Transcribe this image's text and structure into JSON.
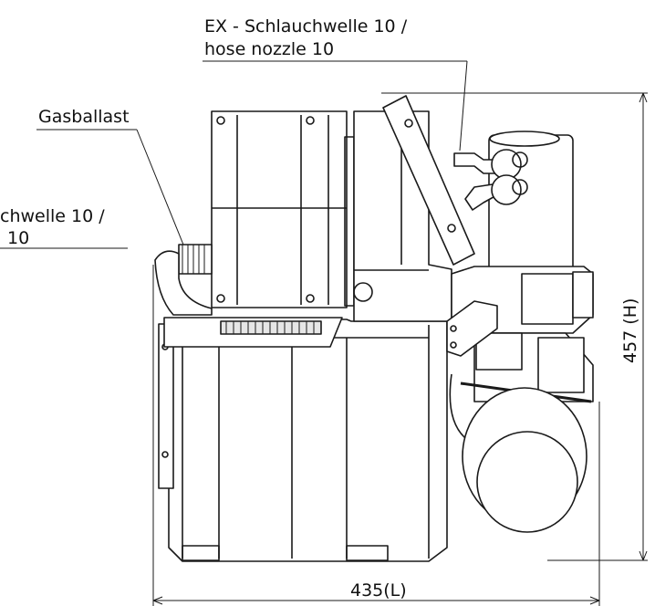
{
  "labels": {
    "ex_nozzle_line1": "EX - Schlauchwelle 10 /",
    "ex_nozzle_line2": "hose nozzle 10",
    "gas_ballast": "Gasballast",
    "in_nozzle_line1": "chwelle 10 /",
    "in_nozzle_line2": "10"
  },
  "dimensions": {
    "height": "457 (H)",
    "length": "435(L)"
  },
  "colors": {
    "line": "#1a1a1a",
    "fill": "#ffffff",
    "shade": "#e6e6e6"
  }
}
